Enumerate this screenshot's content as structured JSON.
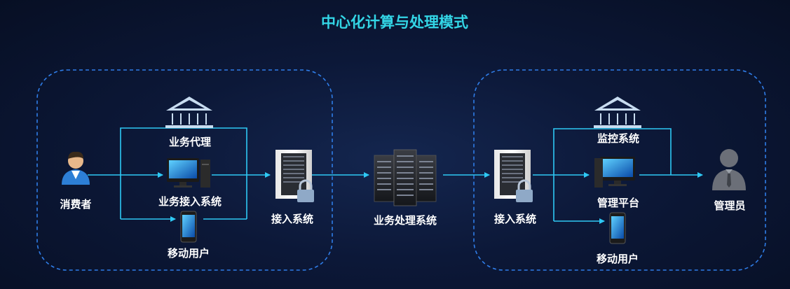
{
  "title": "中心化计算与处理模式",
  "colors": {
    "accent": "#2ec9f5",
    "dash": "#2f7de8",
    "title": "#33d6e6"
  },
  "left_group": {
    "consumer": "消费者",
    "agent": "业务代理",
    "access_terminal": "业务接入系统",
    "mobile_user": "移动用户",
    "access_system": "接入系统"
  },
  "center": {
    "business_processing": "业务处理系统"
  },
  "right_group": {
    "access_system": "接入系统",
    "monitoring": "监控系统",
    "management_platform": "管理平台",
    "mobile_user": "移动用户",
    "administrator": "管理员"
  },
  "icons": [
    "bank-icon",
    "person-icon",
    "computer-icon",
    "phone-icon",
    "server-lock-icon",
    "server-rack-icon",
    "admin-icon"
  ]
}
